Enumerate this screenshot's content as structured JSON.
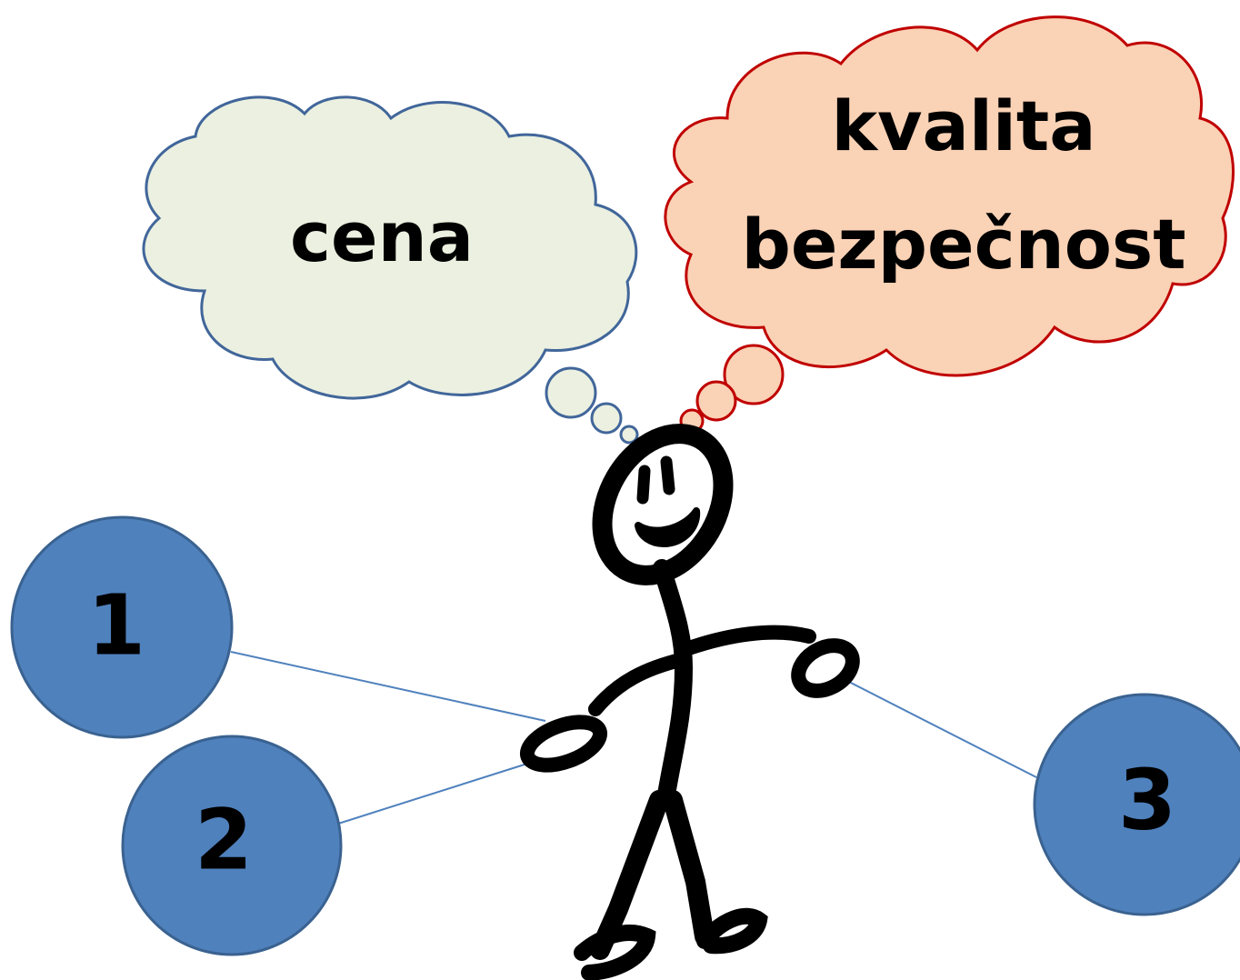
{
  "thought_bubbles": {
    "left": {
      "lines": [
        "cena"
      ],
      "fill": "#ebf0e0",
      "stroke": "#41669a"
    },
    "right": {
      "lines": [
        "kvalita",
        "bezpečnost"
      ],
      "fill": "#fad2b5",
      "stroke": "#c00000"
    }
  },
  "choice_circles": {
    "fill": "#4f81bd",
    "stroke": "#3a6290",
    "items": [
      {
        "label": "1"
      },
      {
        "label": "2"
      },
      {
        "label": "3"
      }
    ]
  },
  "connector_color": "#4f81bd",
  "figure_color": "#000000"
}
